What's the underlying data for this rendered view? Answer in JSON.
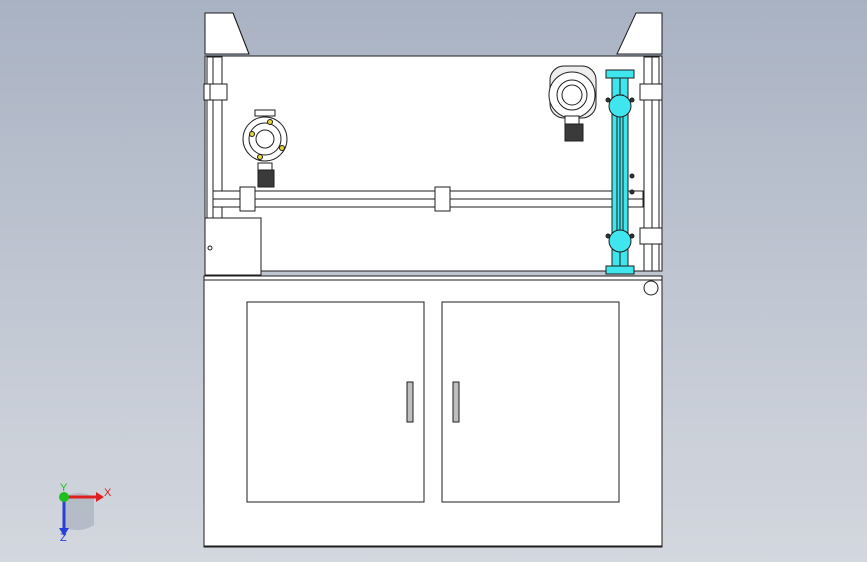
{
  "view": {
    "background_top": "#a9b2c3",
    "background_bottom": "#d3d7de",
    "line_color": "#1e1e1e",
    "body_fill": "#ffffff",
    "pipe_color": "#3fe6ee",
    "handle_fill": "#bfbfbf"
  },
  "triad": {
    "x_label": "X",
    "y_label": "Y",
    "z_label": "Z",
    "x_color": "#e02020",
    "y_color": "#1fbf1f",
    "z_color": "#2a3fd6"
  }
}
